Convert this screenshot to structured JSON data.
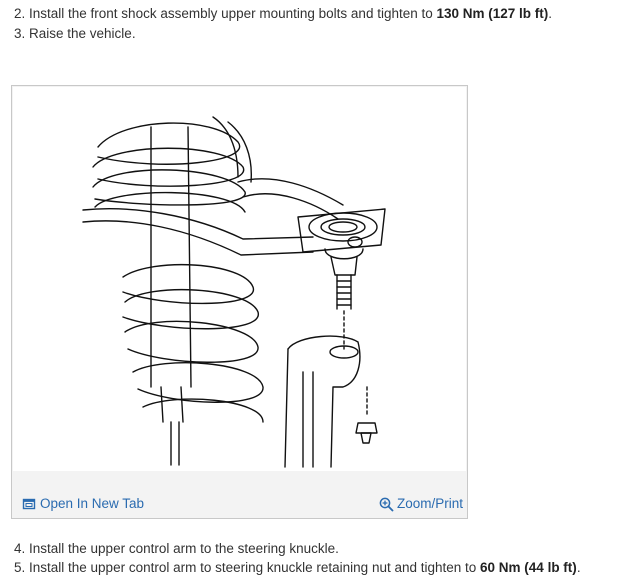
{
  "steps_top": [
    {
      "text": "2. Install the front shock assembly upper mounting bolts and tighten to ",
      "bold": "130 Nm (127 lb ft)",
      "suffix": "."
    },
    {
      "text": "3. Raise the vehicle.",
      "bold": "",
      "suffix": ""
    }
  ],
  "figure": {
    "open_label": "Open In New Tab",
    "open_icon": "open-in-new-tab-icon",
    "zoom_label": "Zoom/Print",
    "zoom_icon": "zoom-in-icon",
    "link_color": "#2a6bb0"
  },
  "steps_bottom": [
    {
      "text": "4. Install the upper control arm to the steering knuckle.",
      "bold": "",
      "suffix": ""
    },
    {
      "text": "5. Install the upper control arm to steering knuckle retaining nut and tighten to ",
      "bold": "60 Nm (44 lb ft)",
      "suffix": "."
    }
  ]
}
